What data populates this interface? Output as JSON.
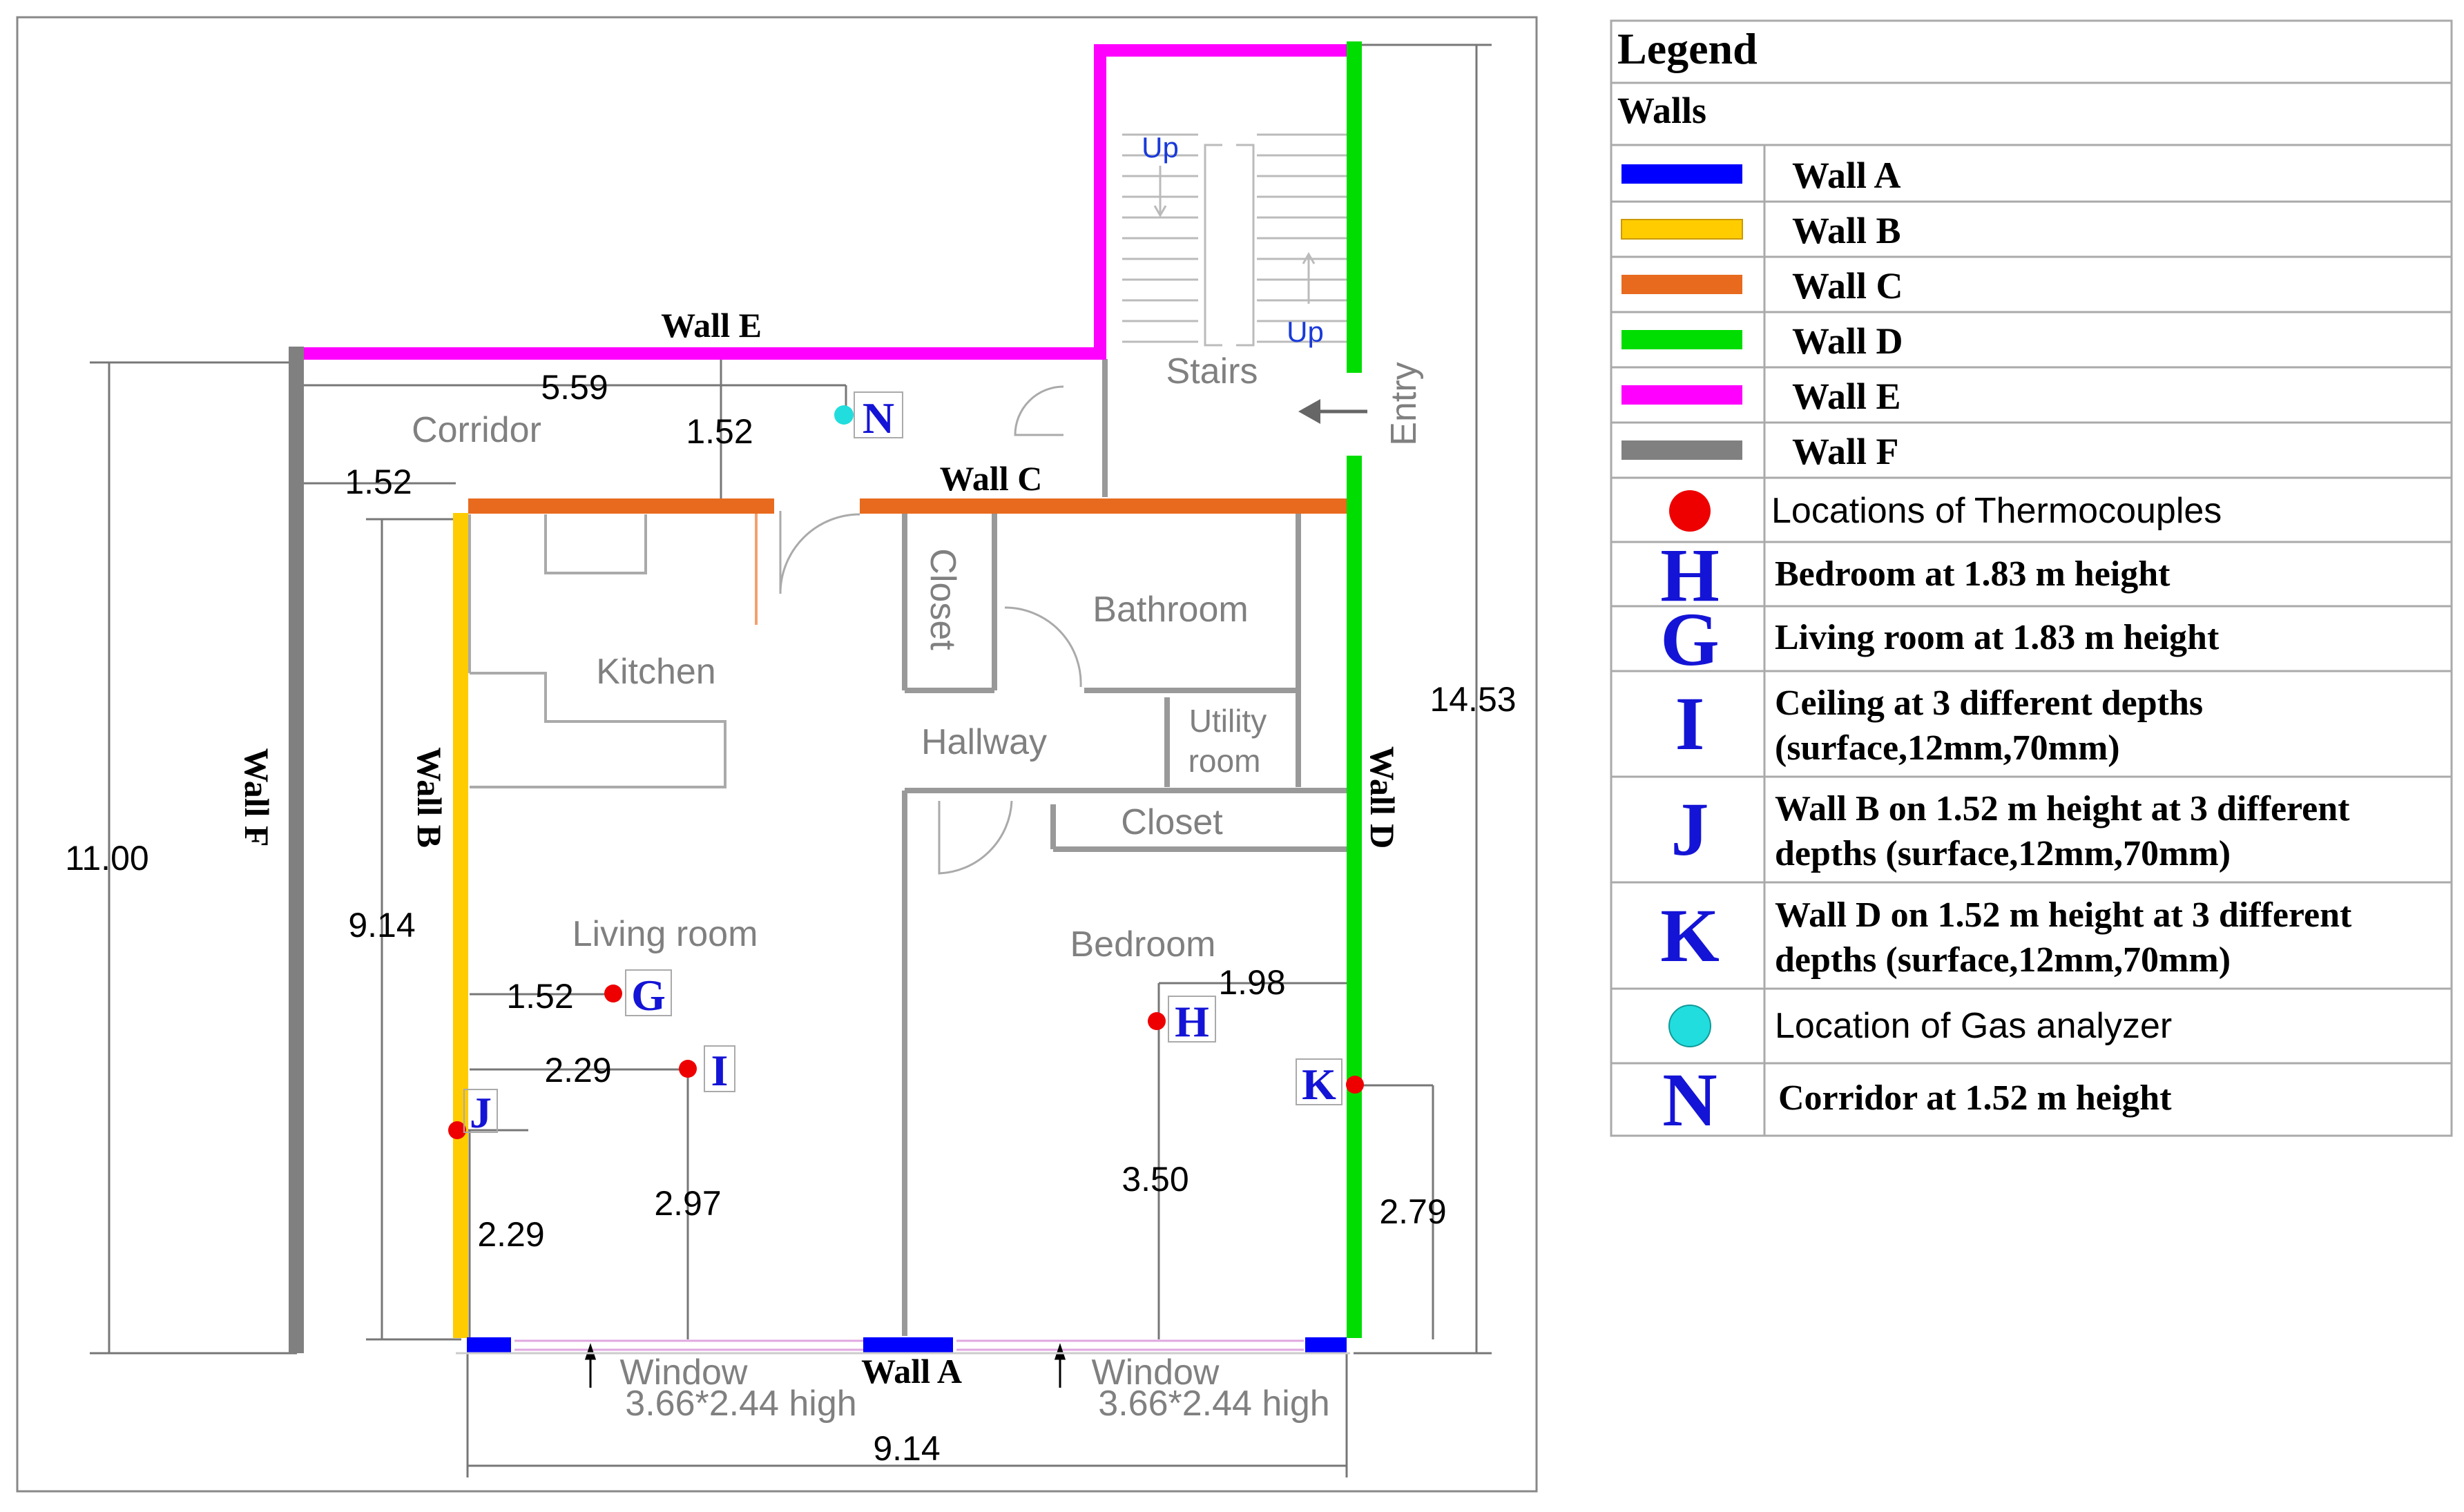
{
  "colors": {
    "wall_a": "#0000ff",
    "wall_b": "#ffcc00",
    "wall_c": "#e86a1e",
    "wall_d": "#00dd00",
    "wall_e": "#ff00ff",
    "wall_f": "#808080",
    "thermocouple": "#ee0000",
    "gas_analyzer": "#22dddd",
    "marker_text": "#1414d6"
  },
  "walls": {
    "a": "Wall A",
    "b": "Wall B",
    "c": "Wall C",
    "d": "Wall D",
    "e": "Wall E",
    "f": "Wall F"
  },
  "rooms": {
    "corridor": "Corridor",
    "kitchen": "Kitchen",
    "closet_top": "Closet",
    "bathroom": "Bathroom",
    "hallway": "Hallway",
    "utility_line1": "Utility",
    "utility_line2": "room",
    "closet_mid": "Closet",
    "living_room": "Living room",
    "bedroom": "Bedroom",
    "stairs": "Stairs",
    "entry": "Entry"
  },
  "stairs": {
    "up_left": "Up",
    "up_right": "Up"
  },
  "windows": {
    "left_label": "Window",
    "left_size": "3.66*2.44 high",
    "right_label": "Window",
    "right_size": "3.66*2.44 high"
  },
  "dimensions": {
    "corridor_length": "5.59",
    "n_offset": "1.52",
    "corridor_width": "1.52",
    "overall_height": "11.00",
    "wall_b_length": "9.14",
    "right_height": "14.53",
    "g_offset": "1.52",
    "i_offset_x": "2.29",
    "j_height": "2.29",
    "i_offset_y": "2.97",
    "h_offset_x": "1.98",
    "h_offset_y": "3.50",
    "k_height": "2.79",
    "bottom_width": "9.14"
  },
  "markers": {
    "g": "G",
    "i": "I",
    "j": "J",
    "h": "H",
    "k": "K",
    "n": "N"
  },
  "legend": {
    "title": "Legend",
    "walls_header": "Walls",
    "wall_rows": [
      "Wall A",
      "Wall B",
      "Wall C",
      "Wall D",
      "Wall E",
      "Wall F"
    ],
    "thermocouples": "Locations of Thermocouples",
    "h_letter": "H",
    "h_text": "Bedroom at 1.83 m height",
    "g_letter": "G",
    "g_text": "Living room at 1.83 m height",
    "i_letter": "I",
    "i_text_line1": "Ceiling at 3 different depths",
    "i_text_line2": "(surface,12mm,70mm)",
    "j_letter": "J",
    "j_text_line1": "Wall B on 1.52 m height at 3 different",
    "j_text_line2": "depths (surface,12mm,70mm)",
    "k_letter": "K",
    "k_text_line1": "Wall D on 1.52 m height at 3 different",
    "k_text_line2": "depths (surface,12mm,70mm)",
    "gas_analyzer": "Location of Gas analyzer",
    "n_letter": "N",
    "n_text": "Corridor at 1.52 m height"
  }
}
